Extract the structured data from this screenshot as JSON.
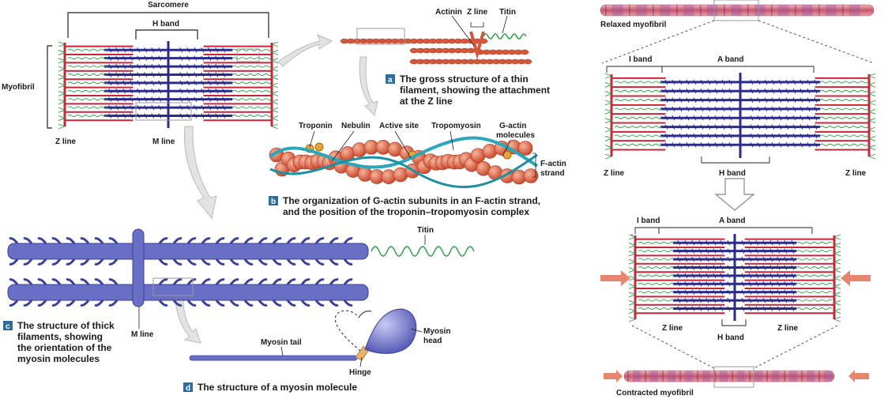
{
  "top_left": {
    "sarcomere": "Sarcomere",
    "h_band": "H band",
    "myofibril": "Myofibril",
    "z_line": "Z line",
    "m_line": "M line"
  },
  "panel_a": {
    "actinin": "Actinin",
    "z_line": "Z line",
    "titin": "Titin",
    "letter": "a",
    "caption": [
      "The gross structure of a thin",
      "filament, showing the attachment",
      "at the Z line"
    ]
  },
  "panel_b": {
    "troponin": "Troponin",
    "nebulin": "Nebulin",
    "active_site": "Active site",
    "tropomyosin": "Tropomyosin",
    "g_actin": [
      "G-actin",
      "molecules"
    ],
    "f_actin": [
      "F-actin",
      "strand"
    ],
    "letter": "b",
    "caption": [
      "The organization of G-actin subunits in an F-actin strand,",
      "and the position of the troponin–tropomyosin complex"
    ]
  },
  "panel_c": {
    "titin": "Titin",
    "m_line": "M line",
    "letter": "c",
    "caption": [
      "The structure of thick",
      "filaments, showing",
      "the orientation of the",
      "myosin molecules"
    ]
  },
  "panel_d": {
    "myosin_tail": "Myosin tail",
    "myosin_head": [
      "Myosin",
      "head"
    ],
    "hinge": "Hinge",
    "letter": "d",
    "caption": "The structure of a myosin molecule"
  },
  "right": {
    "relaxed": "Relaxed myofibril",
    "contracted": "Contracted myofibril",
    "i_band": "I band",
    "a_band": "A band",
    "z_line": "Z line",
    "h_band": "H band"
  },
  "colors": {
    "thin": "#c8243a",
    "thick": "#2a2b8c",
    "titin": "#2e9e48",
    "myosin": "#6a6fc6",
    "label_box": "#2f6d9a"
  }
}
